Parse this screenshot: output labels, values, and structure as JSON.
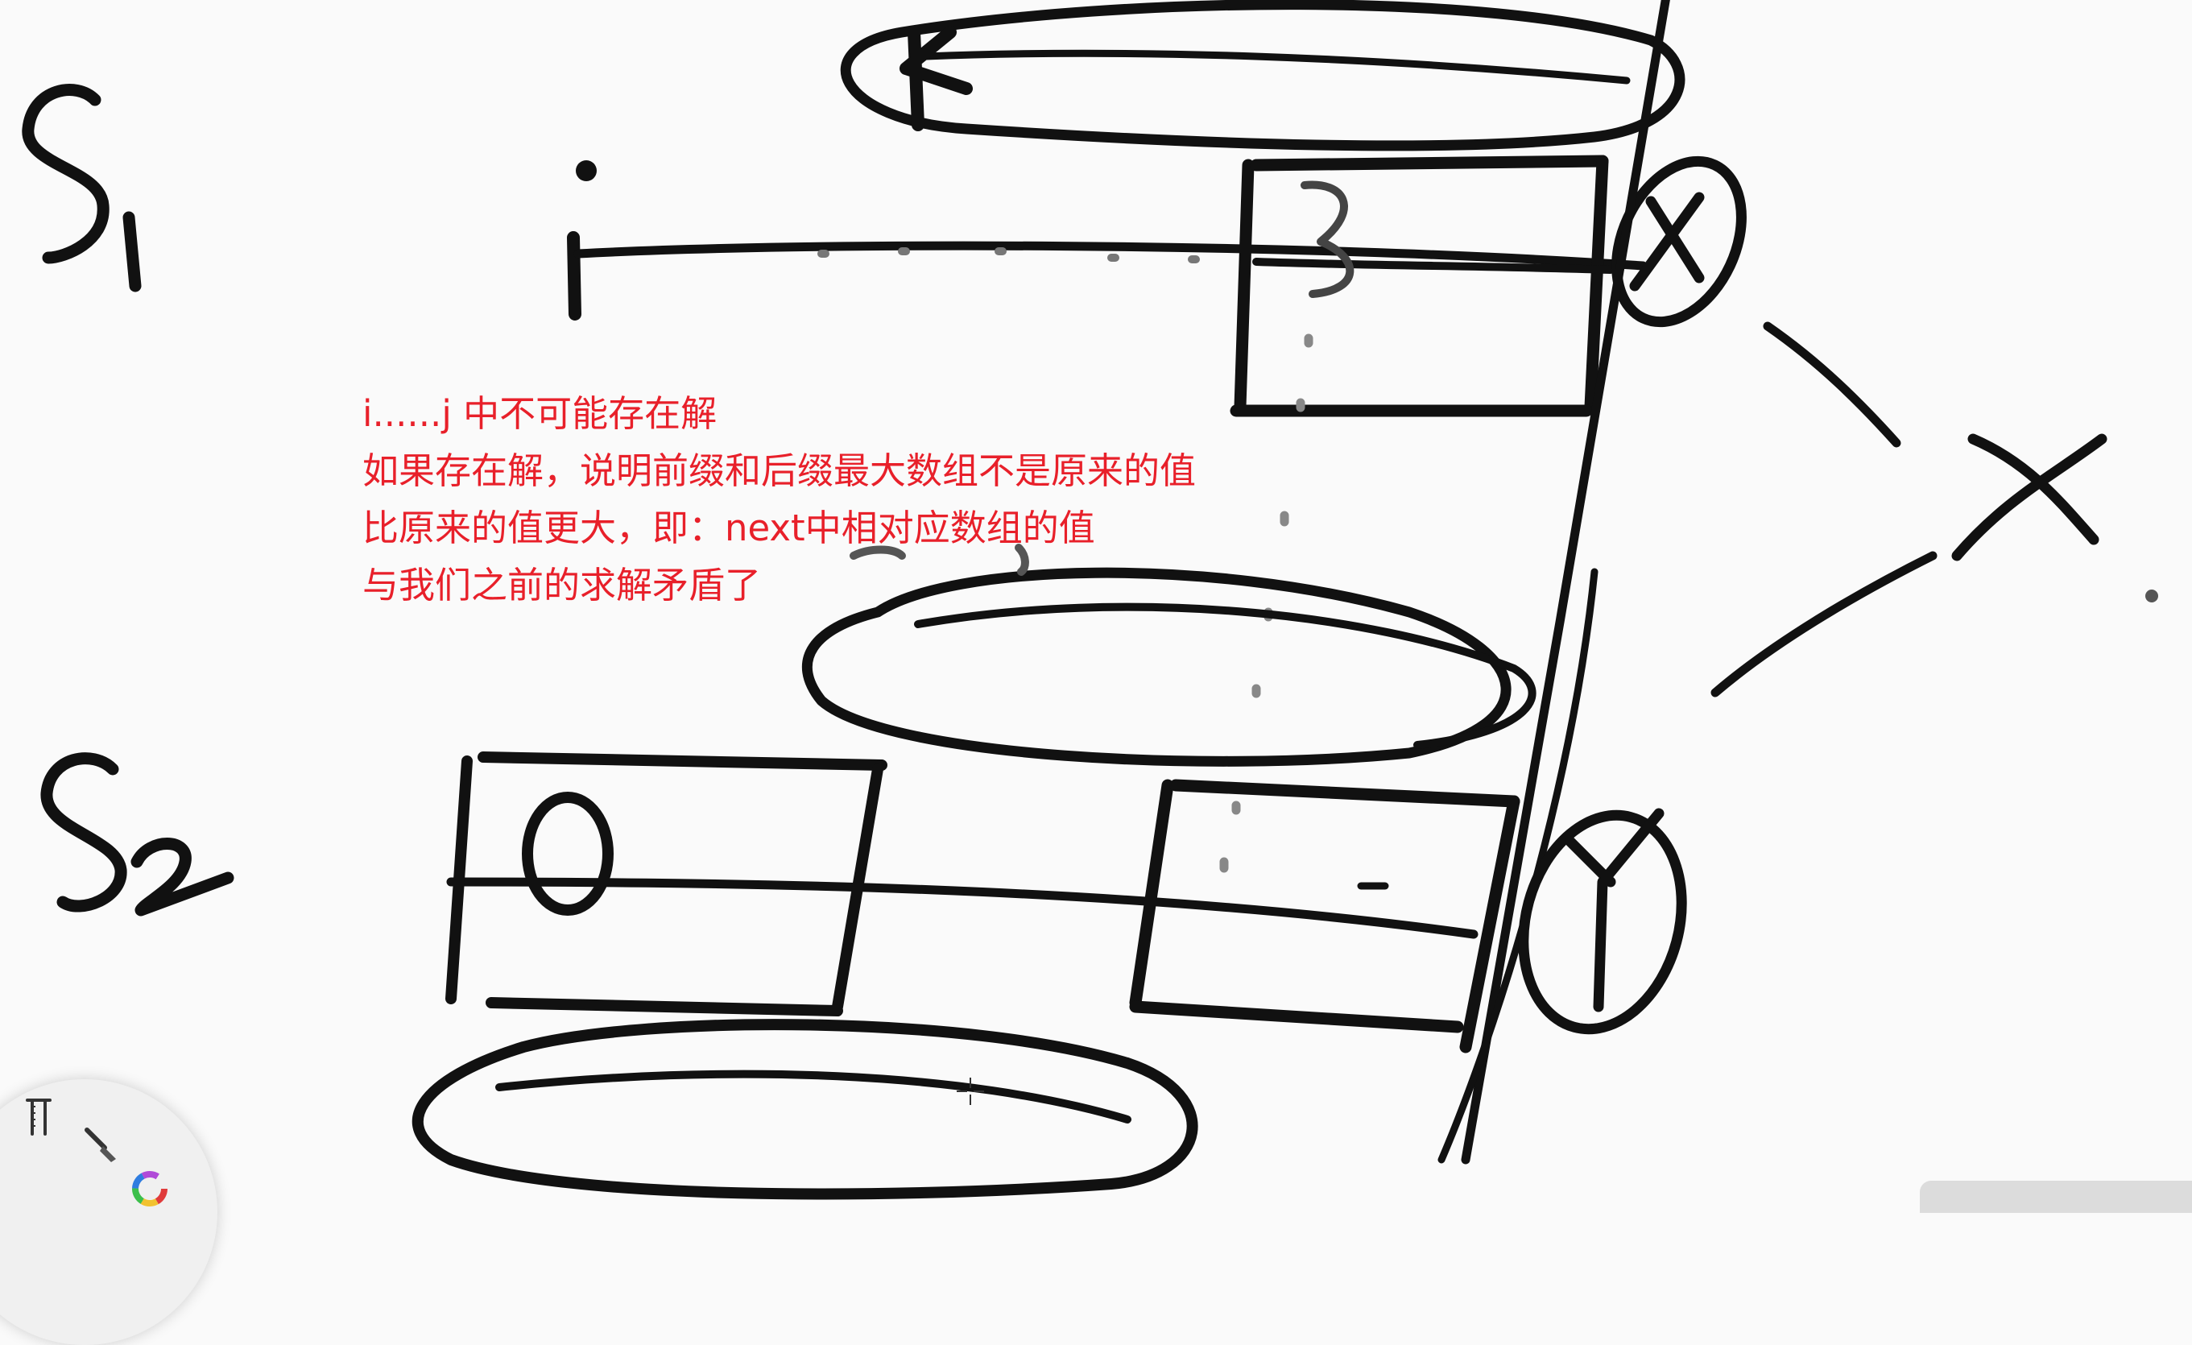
{
  "annotation": {
    "line1": "i......j 中不可能存在解",
    "line2": "如果存在解，说明前缀和后缀最大数组不是原来的值",
    "line3": "比原来的值更大，即：next中相对应数组的值",
    "line4": "与我们之前的求解矛盾了"
  },
  "colors": {
    "ink": "#111111",
    "annotation_text": "#e8202a",
    "background": "#fafafa"
  },
  "tools": [
    {
      "name": "ruler-compass-icon"
    },
    {
      "name": "brush-icon"
    },
    {
      "name": "color-wheel-icon"
    }
  ]
}
